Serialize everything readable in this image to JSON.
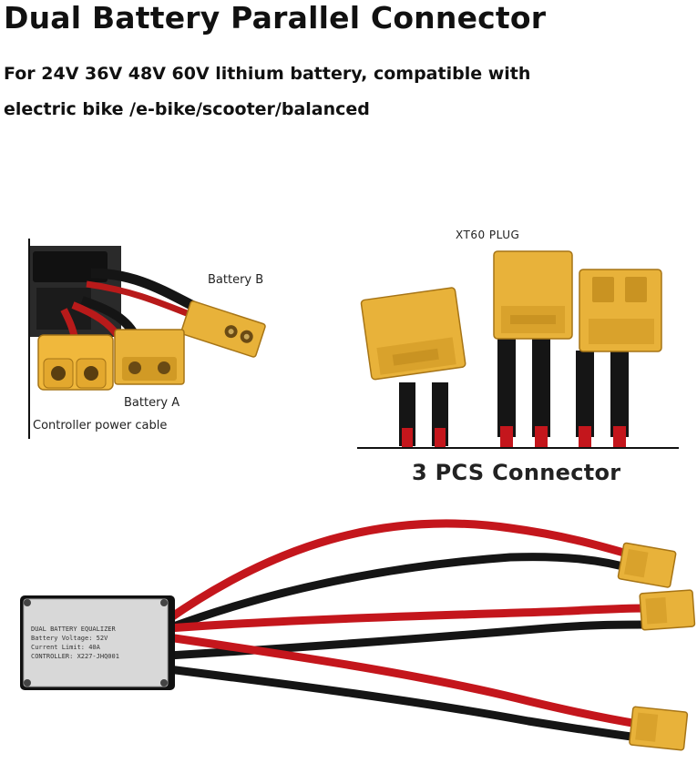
{
  "header": {
    "title": "Dual Battery Parallel Connector",
    "subtitle": "For 24V 36V 48V 60V lithium battery, compatible with electric bike /e-bike/scooter/balanced"
  },
  "diagram_left": {
    "battery_b_label": "Battery B",
    "battery_a_label": "Battery A",
    "controller_label": "Controller power cable"
  },
  "diagram_right": {
    "plug_label": "XT60 PLUG",
    "count_label": "3 PCS Connector"
  },
  "equalizer": {
    "line1": "DUAL BATTERY EQUALIZER",
    "line2": "Battery Voltage: 52V",
    "line3": "Current Limit: 40A",
    "line4": "CONTROLLER: X227-JHQ001"
  },
  "colors": {
    "connector_yellow": "#e8b23a",
    "cable_red": "#c4161c",
    "cable_black": "#151515",
    "box_silver": "#d8d8d8"
  }
}
